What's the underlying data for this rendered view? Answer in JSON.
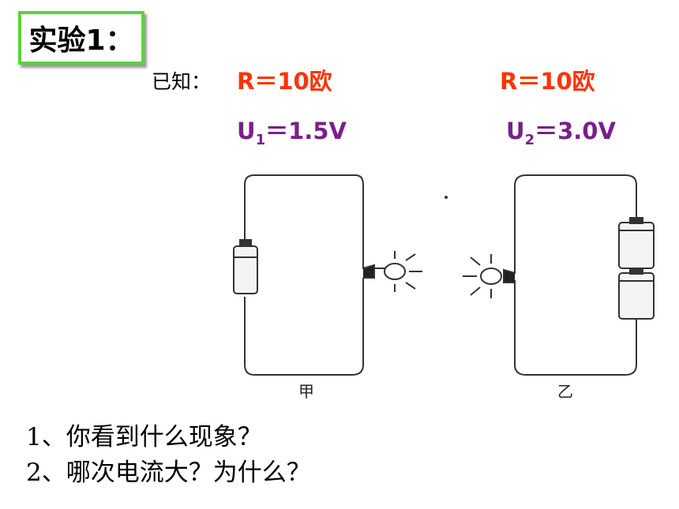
{
  "title": "实验1：",
  "given_label": "已知：",
  "left": {
    "resistance": "R＝10欧",
    "voltage_symbol": "U",
    "voltage_sub": "1",
    "voltage_value": "＝1.5V",
    "caption": "甲"
  },
  "right": {
    "resistance": "R＝10欧",
    "voltage_symbol": "U",
    "voltage_sub": "2",
    "voltage_value": "＝3.0V",
    "caption": "乙"
  },
  "questions": [
    "1、你看到什么现象？",
    "2、哪次电流大？为什么？"
  ],
  "colors": {
    "title_border": "#5cd23a",
    "resistance_text": "#ff3300",
    "voltage_text": "#7a1f8c"
  }
}
